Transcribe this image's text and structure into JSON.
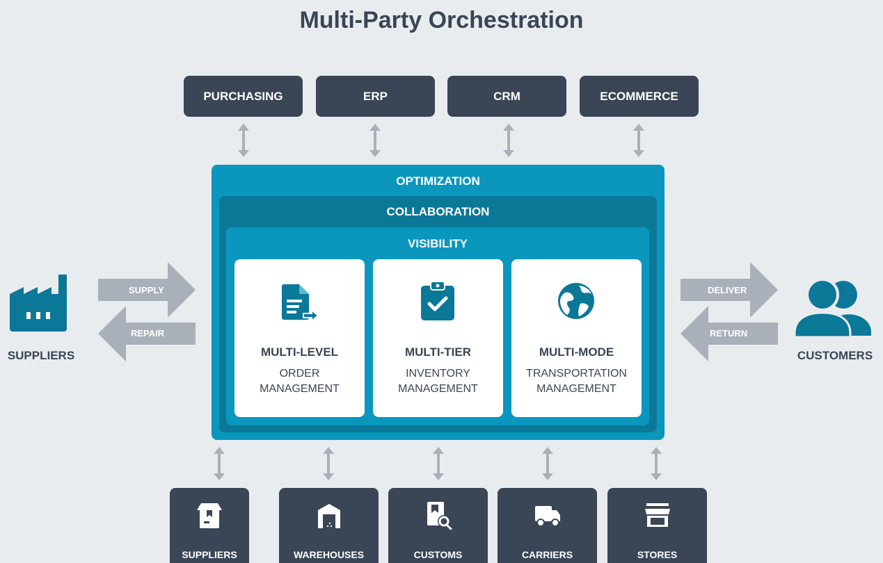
{
  "title": "Multi-Party Orchestration",
  "top_systems": [
    "PURCHASING",
    "ERP",
    "CRM",
    "ECOMMERCE"
  ],
  "layers": {
    "outer": "OPTIMIZATION",
    "middle": "COLLABORATION",
    "inner": "VISIBILITY"
  },
  "cards": [
    {
      "strong": "MULTI-LEVEL",
      "line1": "ORDER",
      "line2": "MANAGEMENT",
      "icon": "document-icon"
    },
    {
      "strong": "MULTI-TIER",
      "line1": "INVENTORY",
      "line2": "MANAGEMENT",
      "icon": "clipboard-check-icon"
    },
    {
      "strong": "MULTI-MODE",
      "line1": "TRANSPORTATION",
      "line2": "MANAGEMENT",
      "icon": "globe-icon"
    }
  ],
  "left": {
    "label": "SUPPLIERS",
    "flow_in": "SUPPLY",
    "flow_out": "REPAIR",
    "icon": "factory-icon"
  },
  "right": {
    "label": "CUSTOMERS",
    "flow_out": "DELIVER",
    "flow_in": "RETURN",
    "icon": "people-icon"
  },
  "bottom_parties": [
    {
      "label": "SUPPLIERS",
      "icon": "package-icon"
    },
    {
      "label": "WAREHOUSES",
      "icon": "warehouse-icon"
    },
    {
      "label": "CUSTOMS",
      "icon": "customs-inspect-icon"
    },
    {
      "label": "CARRIERS",
      "icon": "truck-icon"
    },
    {
      "label": "STORES",
      "icon": "store-icon"
    }
  ],
  "colors": {
    "dark": "#3a4555",
    "teal": "#0b97bd",
    "teal_dark": "#0b7898",
    "arrow_gray": "#a9b0ba",
    "icon_teal": "#0b7898",
    "background": "#e9ecef"
  }
}
